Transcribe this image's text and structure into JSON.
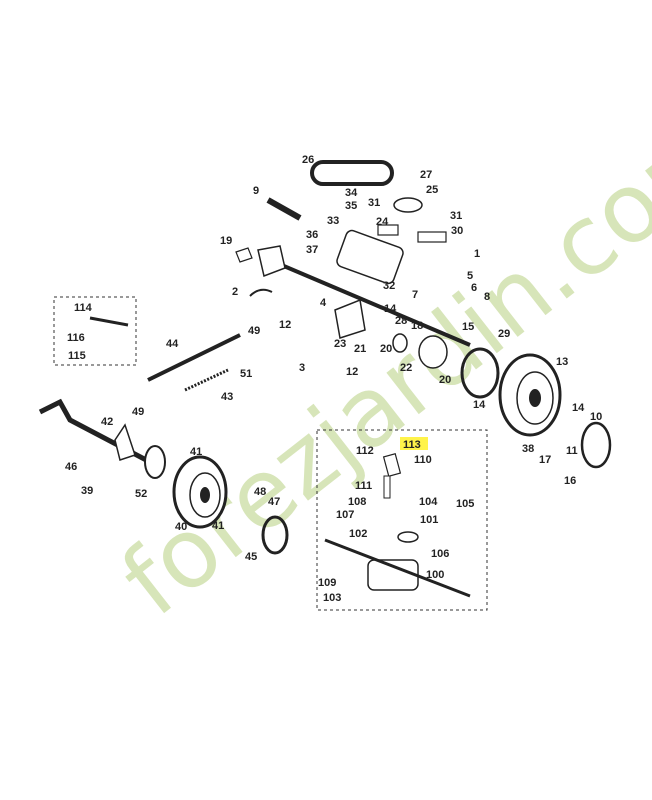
{
  "watermark": {
    "text": "forezjardin.com",
    "color": "#b8d080",
    "accent": "#f2a11a"
  },
  "highlight": {
    "label": "113",
    "color": "#fff34a"
  },
  "labels": [
    {
      "id": "p26",
      "t": "26"
    },
    {
      "id": "p27",
      "t": "27"
    },
    {
      "id": "p25",
      "t": "25"
    },
    {
      "id": "p9",
      "t": "9"
    },
    {
      "id": "p34",
      "t": "34"
    },
    {
      "id": "p35",
      "t": "35"
    },
    {
      "id": "p33",
      "t": "33"
    },
    {
      "id": "p31a",
      "t": "31"
    },
    {
      "id": "p31b",
      "t": "31"
    },
    {
      "id": "p30",
      "t": "30"
    },
    {
      "id": "p24",
      "t": "24"
    },
    {
      "id": "p36",
      "t": "36"
    },
    {
      "id": "p37",
      "t": "37"
    },
    {
      "id": "p19",
      "t": "19"
    },
    {
      "id": "p1",
      "t": "1"
    },
    {
      "id": "p5",
      "t": "5"
    },
    {
      "id": "p6",
      "t": "6"
    },
    {
      "id": "p8",
      "t": "8"
    },
    {
      "id": "p7",
      "t": "7"
    },
    {
      "id": "p32",
      "t": "32"
    },
    {
      "id": "p2",
      "t": "2"
    },
    {
      "id": "p12a",
      "t": "12"
    },
    {
      "id": "p4",
      "t": "4"
    },
    {
      "id": "p14a",
      "t": "14"
    },
    {
      "id": "p28",
      "t": "28"
    },
    {
      "id": "p18",
      "t": "18"
    },
    {
      "id": "p15",
      "t": "15"
    },
    {
      "id": "p29",
      "t": "29"
    },
    {
      "id": "p23",
      "t": "23"
    },
    {
      "id": "p21",
      "t": "21"
    },
    {
      "id": "p20a",
      "t": "20"
    },
    {
      "id": "p22",
      "t": "22"
    },
    {
      "id": "p3",
      "t": "3"
    },
    {
      "id": "p12b",
      "t": "12"
    },
    {
      "id": "p20b",
      "t": "20"
    },
    {
      "id": "p13",
      "t": "13"
    },
    {
      "id": "p14b",
      "t": "14"
    },
    {
      "id": "p114",
      "t": "114"
    },
    {
      "id": "p116",
      "t": "116"
    },
    {
      "id": "p115",
      "t": "115"
    },
    {
      "id": "p49a",
      "t": "49"
    },
    {
      "id": "p44",
      "t": "44"
    },
    {
      "id": "p51",
      "t": "51"
    },
    {
      "id": "p43",
      "t": "43"
    },
    {
      "id": "p49b",
      "t": "49"
    },
    {
      "id": "p42",
      "t": "42"
    },
    {
      "id": "p46",
      "t": "46"
    },
    {
      "id": "p39",
      "t": "39"
    },
    {
      "id": "p41a",
      "t": "41"
    },
    {
      "id": "p52",
      "t": "52"
    },
    {
      "id": "p40",
      "t": "40"
    },
    {
      "id": "p41b",
      "t": "41"
    },
    {
      "id": "p48",
      "t": "48"
    },
    {
      "id": "p47",
      "t": "47"
    },
    {
      "id": "p45",
      "t": "45"
    },
    {
      "id": "p112",
      "t": "112"
    },
    {
      "id": "p110",
      "t": "110"
    },
    {
      "id": "p111",
      "t": "111"
    },
    {
      "id": "p108",
      "t": "108"
    },
    {
      "id": "p104",
      "t": "104"
    },
    {
      "id": "p105",
      "t": "105"
    },
    {
      "id": "p107",
      "t": "107"
    },
    {
      "id": "p101",
      "t": "101"
    },
    {
      "id": "p102",
      "t": "102"
    },
    {
      "id": "p106",
      "t": "106"
    },
    {
      "id": "p100",
      "t": "100"
    },
    {
      "id": "p109",
      "t": "109"
    },
    {
      "id": "p103",
      "t": "103"
    },
    {
      "id": "p14c",
      "t": "14"
    },
    {
      "id": "p10",
      "t": "10"
    },
    {
      "id": "p38",
      "t": "38"
    },
    {
      "id": "p17",
      "t": "17"
    },
    {
      "id": "p11",
      "t": "11"
    },
    {
      "id": "p16",
      "t": "16"
    }
  ]
}
